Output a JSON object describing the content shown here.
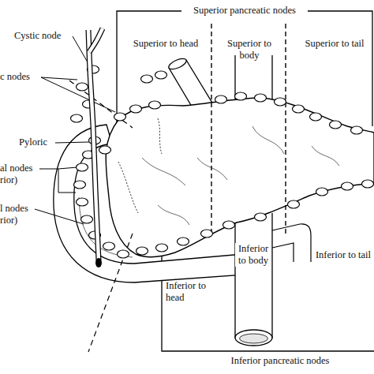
{
  "diagram": {
    "labels": [
      "Superior pancreatic nodes",
      "Cystic node",
      "c nodes",
      "Superior to head",
      "Superior to body",
      "Superior to tail",
      "Pyloric",
      "al nodes rior)",
      "l nodes rior)",
      "Inferior to body",
      "Inferior to tail",
      "Inferior to head",
      "Inferior pancreatic nodes"
    ]
  }
}
